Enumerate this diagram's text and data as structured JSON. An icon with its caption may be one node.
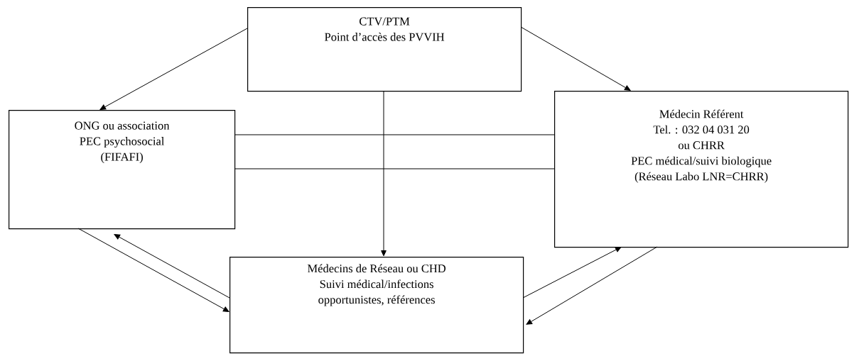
{
  "diagram": {
    "nodes": [
      {
        "text": [
          "CTV/PTM",
          "Point d’accès des PVVIH"
        ]
      },
      {
        "text": [
          "ONG ou association",
          "PEC psychosocial",
          "(FIFAFI)"
        ]
      },
      {
        "text": [
          "Médecin Référent",
          "Tel. : 032 04 031 20",
          "ou CHRR",
          "PEC médical/suivi biologique",
          "(Réseau Labo LNR=CHRR)"
        ]
      },
      {
        "text": [
          "Médecins de Réseau ou CHD",
          "Suivi médical/infections opportunistes, références"
        ]
      }
    ],
    "edges": [
      {
        "from": 0,
        "to": 1,
        "arrow": "to"
      },
      {
        "from": 0,
        "to": 2,
        "arrow": "to"
      },
      {
        "from": 0,
        "to": 3,
        "arrow": "to"
      },
      {
        "from": 1,
        "to": 2,
        "arrow": "none"
      },
      {
        "from": 1,
        "to": 2,
        "arrow": "none"
      },
      {
        "from": 1,
        "to": 3,
        "arrow": "to"
      },
      {
        "from": 3,
        "to": 1,
        "arrow": "to"
      },
      {
        "from": 3,
        "to": 2,
        "arrow": "to"
      },
      {
        "from": 2,
        "to": 3,
        "arrow": "to"
      }
    ]
  }
}
